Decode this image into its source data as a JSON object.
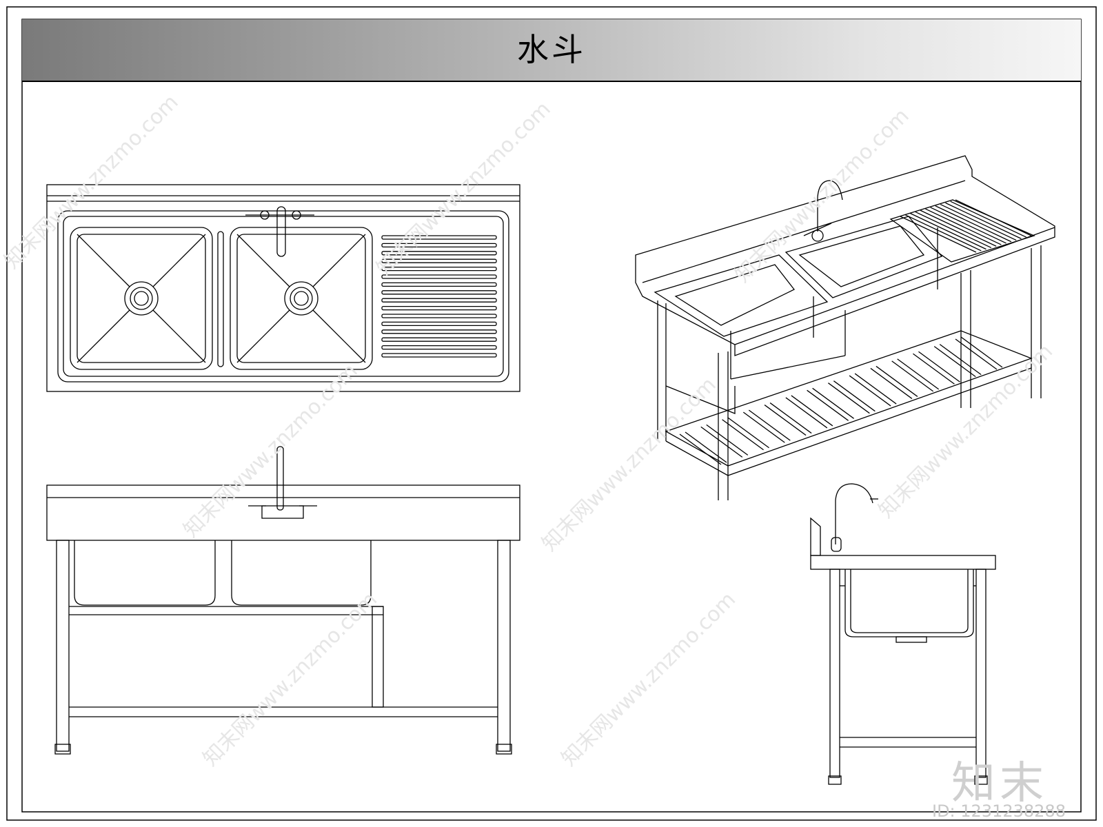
{
  "sheet": {
    "title": "水斗"
  },
  "views": {
    "plan": {
      "icon": "sink-plan-view-icon"
    },
    "isometric": {
      "icon": "sink-isometric-view-icon"
    },
    "front": {
      "icon": "sink-front-elevation-icon"
    },
    "side": {
      "icon": "sink-side-elevation-icon"
    }
  },
  "watermark": {
    "text": "知末网www.znzmo.com",
    "brand": "知末",
    "id": "ID: 1231238288"
  },
  "colors": {
    "line": "#000000",
    "title_gradient_start": "#7a7a7a",
    "title_gradient_end": "#f6f6f6",
    "watermark": "#d0d0d0"
  }
}
